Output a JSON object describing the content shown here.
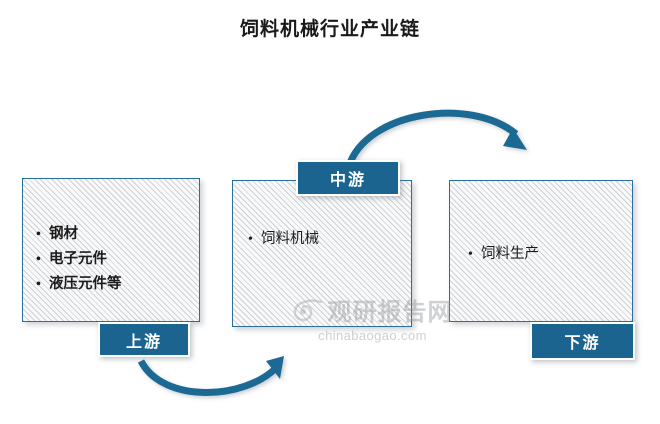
{
  "title": "饲料机械行业产业链",
  "stages": {
    "upstream": {
      "badge": "上游",
      "items": [
        "钢材",
        "电子元件",
        "液压元件等"
      ]
    },
    "midstream": {
      "badge": "中游",
      "items": [
        "饲料机械"
      ]
    },
    "downstream": {
      "badge": "下游",
      "items": [
        "饲料生产"
      ]
    }
  },
  "watermark": {
    "brand": "观研报告网",
    "url": "chinabaogao.com"
  },
  "colors": {
    "accent_blue": "#1b648f",
    "border_blue": "#2a6f99",
    "arrow_blue": "#1f6a93",
    "text_dark": "#1a1a1a",
    "watermark_gray": "#8d9196"
  },
  "arrows": [
    {
      "name": "upstream-to-midstream",
      "direction": "left-to-right"
    },
    {
      "name": "midstream-to-downstream",
      "direction": "left-to-right"
    }
  ]
}
